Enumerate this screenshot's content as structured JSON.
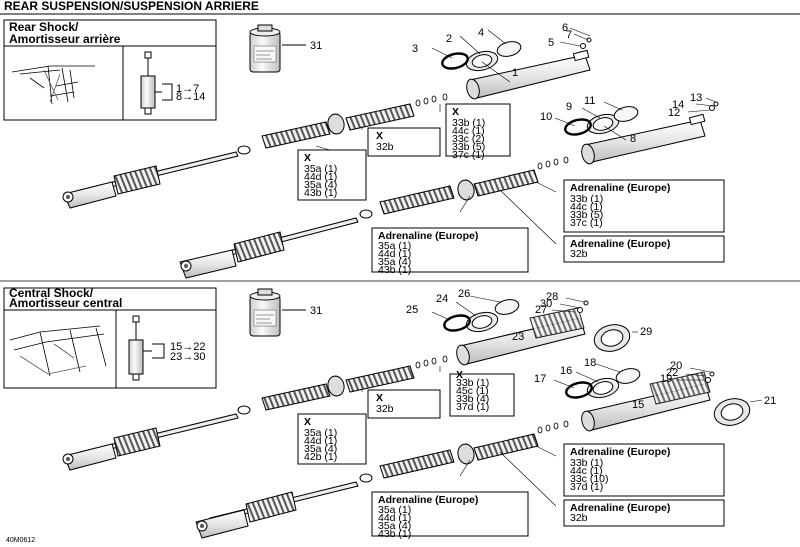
{
  "title": "REAR SUSPENSION/SUSPENSION ARRIERE",
  "figure_ref": "40M0612",
  "sections": [
    {
      "title_line1": "Rear Shock/",
      "title_line2": "Amortisseur arrière",
      "ranges": [
        "1→7",
        "8→14"
      ],
      "callouts": [
        "1",
        "2",
        "3",
        "4",
        "5",
        "6",
        "7",
        "8",
        "9",
        "10",
        "11",
        "12",
        "13",
        "14",
        "31"
      ],
      "kits": [
        {
          "header": "X",
          "lines": [
            "33b (1)",
            "44c (1)",
            "33c (2)",
            "33b (5)",
            "37c (1)"
          ]
        },
        {
          "header": "X",
          "lines": [
            "32b"
          ]
        },
        {
          "header": "X",
          "lines": [
            "35a (1)",
            "44d (1)",
            "35a (4)",
            "43b (1)"
          ]
        },
        {
          "header": "Adrenaline (Europe)",
          "lines": [
            "33b (1)",
            "44c (1)",
            "33b (5)",
            "37c (1)"
          ]
        },
        {
          "header": "Adrenaline (Europe)",
          "lines": [
            "35a (1)",
            "44d (1)",
            "35a (4)",
            "43b (1)"
          ]
        },
        {
          "header": "Adrenaline (Europe)",
          "lines": [
            "32b"
          ]
        }
      ]
    },
    {
      "title_line1": "Central Shock/",
      "title_line2": "Amortisseur central",
      "ranges": [
        "15→22",
        "23→30"
      ],
      "callouts": [
        "15",
        "16",
        "17",
        "18",
        "19",
        "20",
        "21",
        "22",
        "23",
        "24",
        "25",
        "26",
        "27",
        "28",
        "29",
        "30",
        "31"
      ],
      "kits": [
        {
          "header": "X",
          "lines": [
            "33b (1)",
            "45c (1)",
            "33b (4)",
            "37d (1)"
          ]
        },
        {
          "header": "X",
          "lines": [
            "32b"
          ]
        },
        {
          "header": "X",
          "lines": [
            "35a (1)",
            "44d (1)",
            "35a (4)",
            "42b (1)"
          ]
        },
        {
          "header": "Adrenaline (Europe)",
          "lines": [
            "33b (1)",
            "44c (1)",
            "33c (10)",
            "37d (1)"
          ]
        },
        {
          "header": "Adrenaline (Europe)",
          "lines": [
            "35a (1)",
            "44d (1)",
            "35a (4)",
            "43b (1)"
          ]
        },
        {
          "header": "Adrenaline (Europe)",
          "lines": [
            "32b"
          ]
        }
      ]
    }
  ]
}
